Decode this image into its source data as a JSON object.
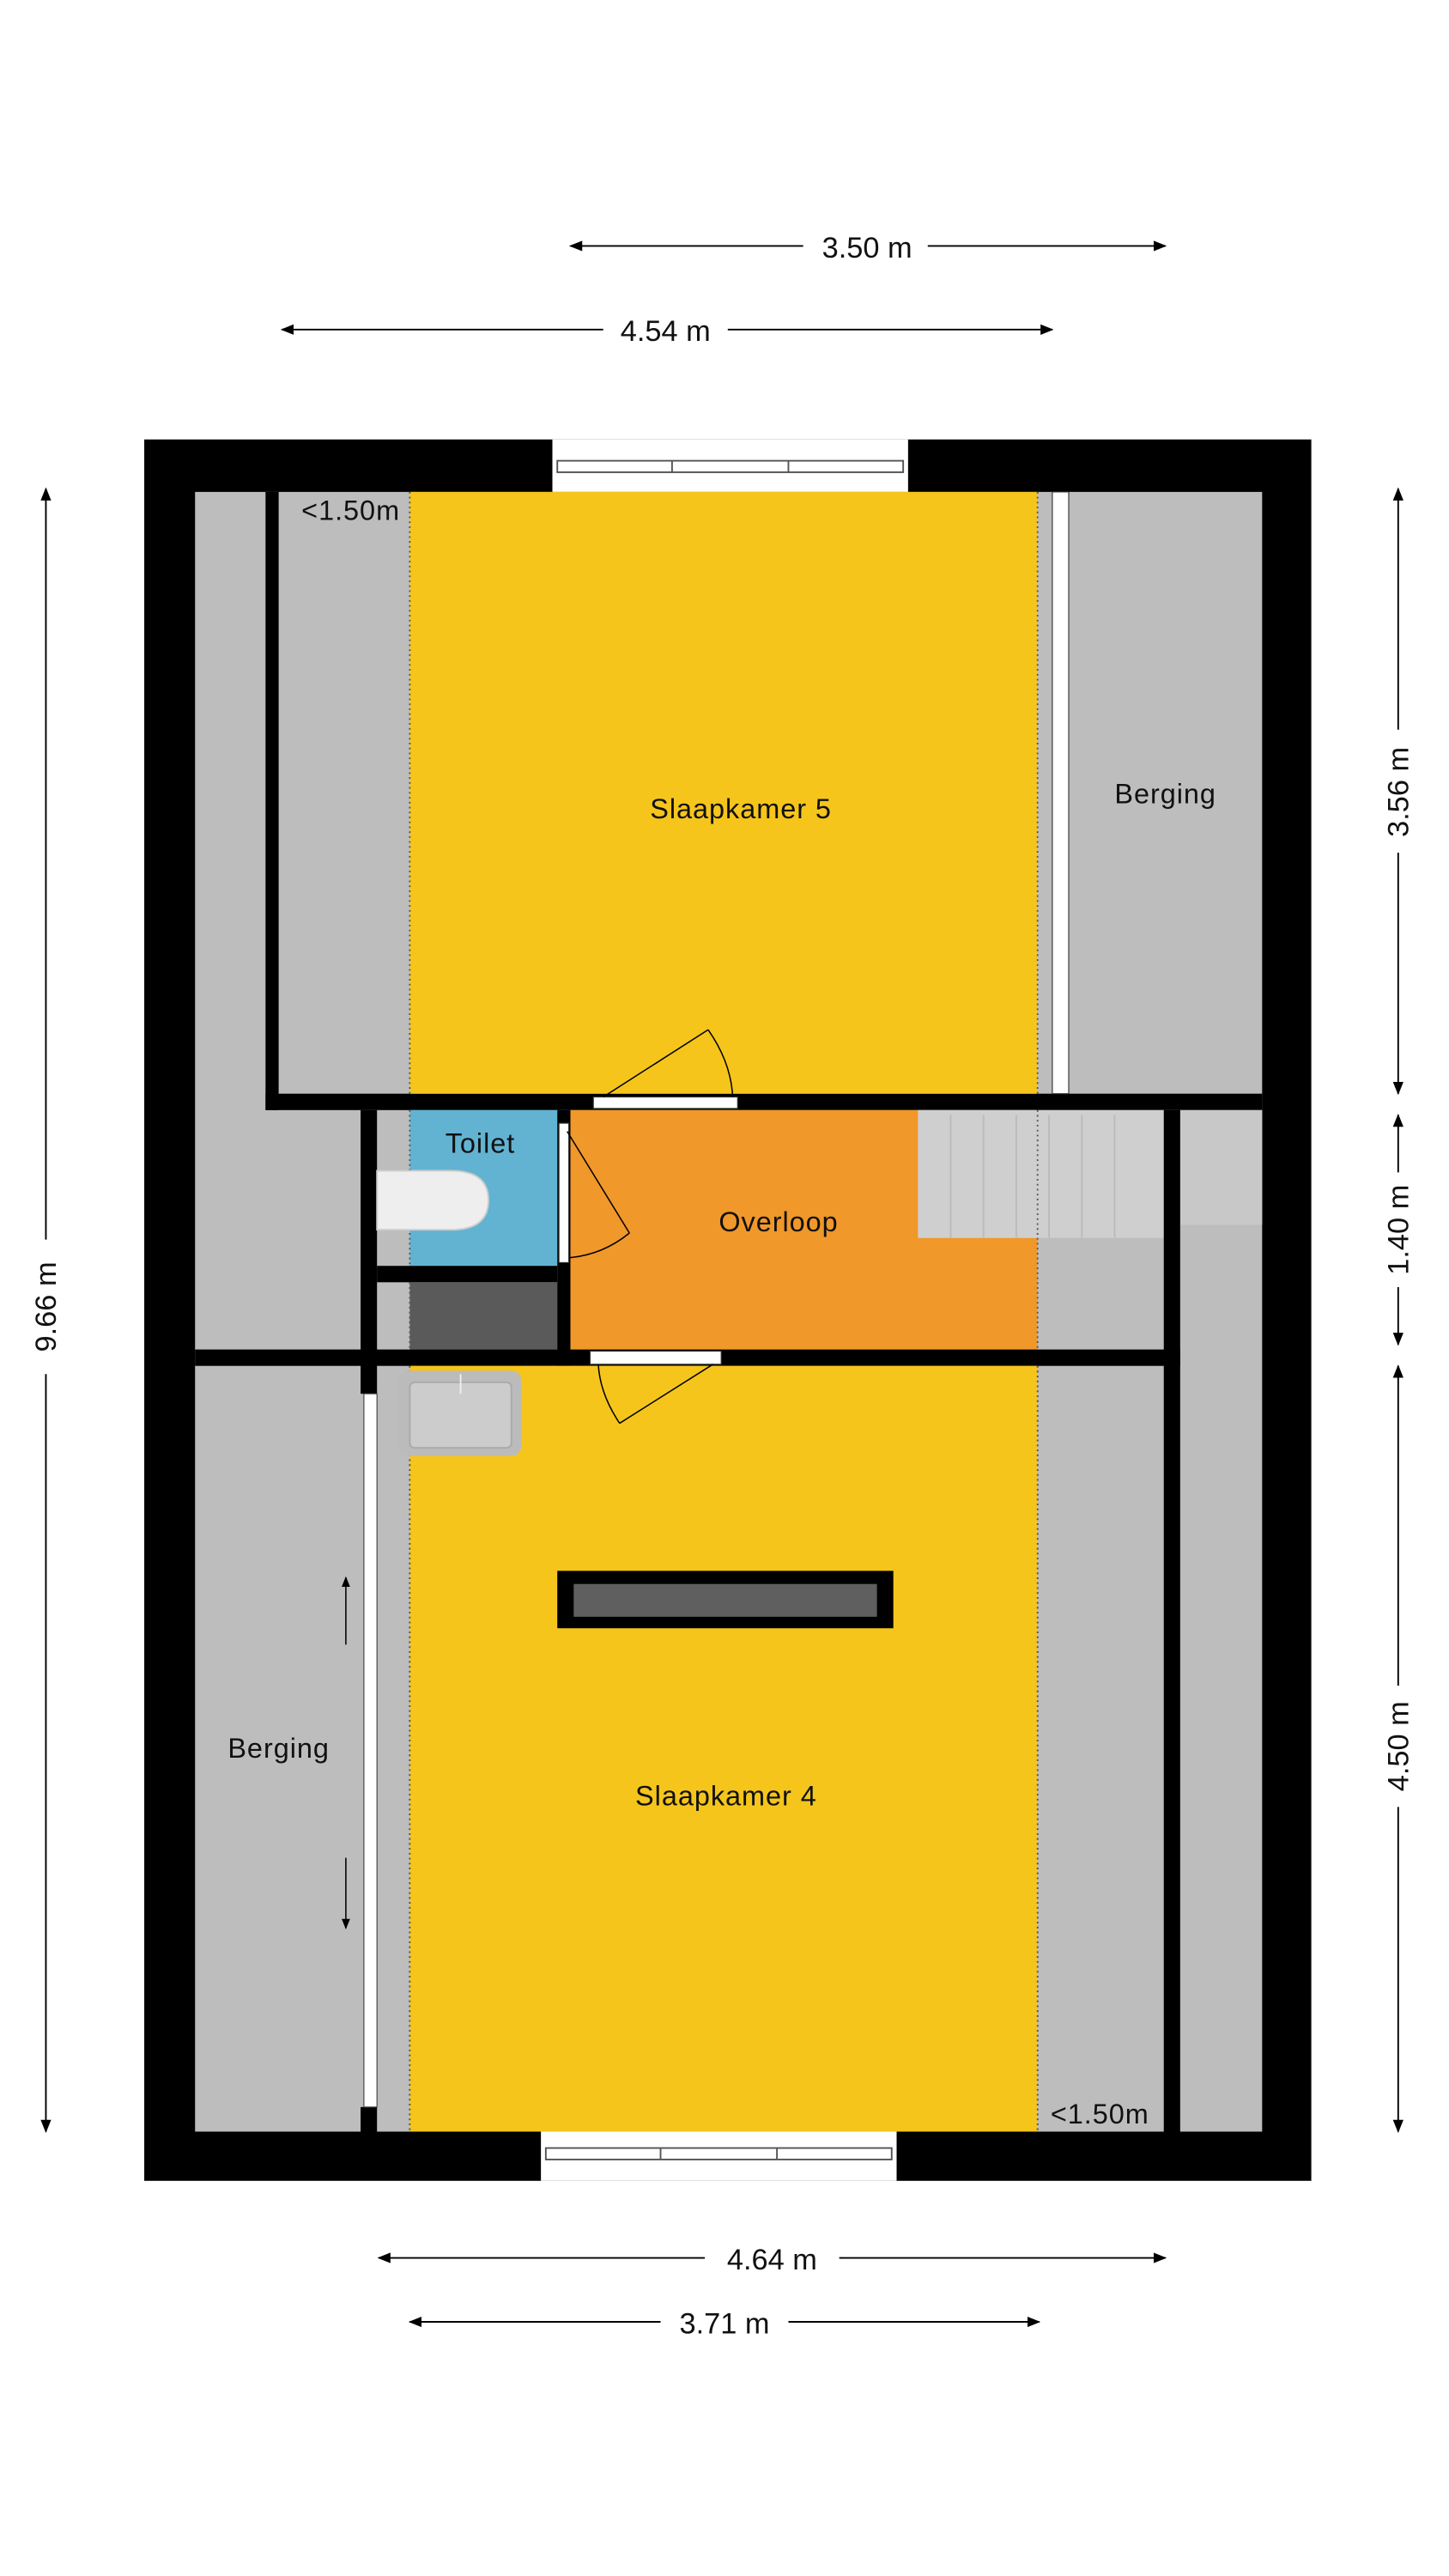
{
  "colors": {
    "wall": "#000000",
    "floor_gray": "#bdbdbd",
    "bedroom": "#f5c51c",
    "landing": "#f0982a",
    "toilet": "#62b3d2",
    "dark_box": "#5a5a5a"
  },
  "dimensions": {
    "top_1": "3.50 m",
    "top_2": "4.54 m",
    "left_total": "9.66 m",
    "right_1": "3.56 m",
    "right_2": "1.40 m",
    "right_3": "4.50 m",
    "bottom_1": "4.64 m",
    "bottom_2": "3.71 m"
  },
  "rooms": {
    "slaapkamer5": "Slaapkamer 5",
    "berging_top": "Berging",
    "toilet": "Toilet",
    "overloop": "Overloop",
    "berging_bottom": "Berging",
    "slaapkamer4": "Slaapkamer 4"
  },
  "annotations": {
    "low_height_top": "<1.50m",
    "low_height_bottom": "<1.50m"
  }
}
